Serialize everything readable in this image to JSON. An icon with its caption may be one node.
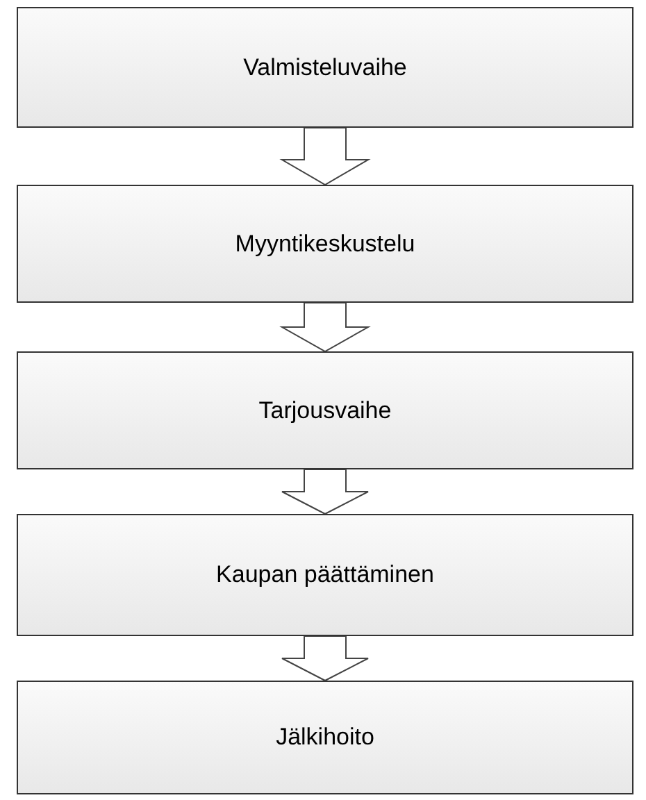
{
  "diagram": {
    "nodes": [
      {
        "text": [
          "Valmisteluvaihe"
        ]
      },
      {
        "text": [
          "Myyntikeskustelu"
        ]
      },
      {
        "text": [
          "Tarjousvaihe"
        ]
      },
      {
        "text": [
          "Kaupan päättäminen"
        ]
      },
      {
        "text": [
          "Jälkihoito"
        ]
      }
    ],
    "edges": [
      {
        "from": 0,
        "to": 1,
        "arrow": "to"
      },
      {
        "from": 1,
        "to": 2,
        "arrow": "to"
      },
      {
        "from": 2,
        "to": 3,
        "arrow": "to"
      },
      {
        "from": 3,
        "to": 4,
        "arrow": "to"
      }
    ]
  }
}
